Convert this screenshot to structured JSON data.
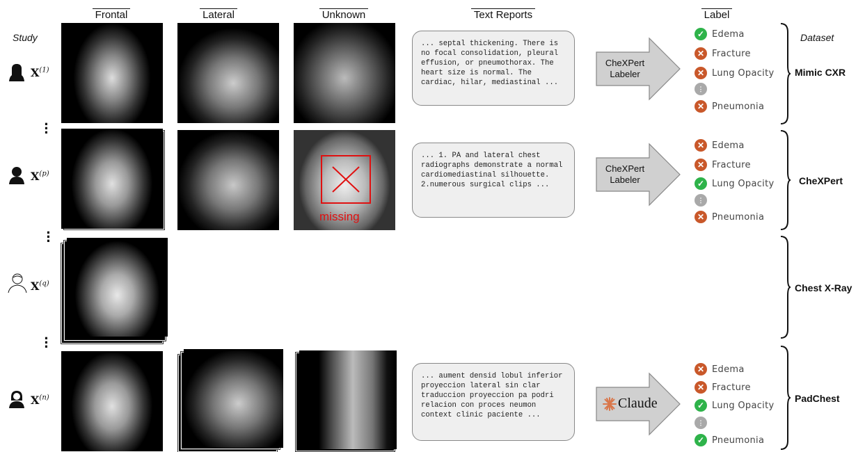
{
  "headers": {
    "frontal": "Frontal",
    "lateral": "Lateral",
    "unknown": "Unknown",
    "reports": "Text Reports",
    "label": "Label",
    "study": "Study",
    "dataset": "Dataset"
  },
  "studies": [
    {
      "var": "X",
      "sup": "(1)"
    },
    {
      "var": "X",
      "sup": "(p)"
    },
    {
      "var": "X",
      "sup": "(q)"
    },
    {
      "var": "X",
      "sup": "(n)"
    }
  ],
  "missing_label": "missing",
  "reports": [
    "... septal thickening. There is no focal consolidation, pleural effusion, or pneumothorax. The heart size is  normal. The cardiac, hilar, mediastinal ...",
    "... 1. PA and lateral chest radiographs demonstrate a normal cardiomediastinal silhouette. 2.numerous surgical clips ...",
    "... aument densid lobul inferior proyeccion lateral sin clar traduccion proyeccion pa podri relacion con proces neumon context clinic paciente ..."
  ],
  "labelers": {
    "chexpert_line1": "CheXPert",
    "chexpert_line2": "Labeler",
    "claude": "Claude"
  },
  "labels": {
    "mimic": [
      "Edema",
      "Fracture",
      "Lung Opacity",
      "Pneumonia"
    ],
    "chexpert": [
      "Edema",
      "Fracture",
      "Lung Opacity",
      "Pneumonia"
    ],
    "padchest": [
      "Edema",
      "Fracture",
      "Lung Opacity",
      "Pneumonia"
    ]
  },
  "datasets": [
    "Mimic CXR",
    "CheXPert",
    "Chest X-Ray",
    "PadChest"
  ],
  "colors": {
    "positive": "#2eb34a",
    "negative": "#c9582a",
    "missing": "#e01010",
    "claude": "#d9774b"
  },
  "icons": {
    "check": "check-icon",
    "cross": "cross-icon",
    "more": "more-icon",
    "person": "person-icon"
  }
}
